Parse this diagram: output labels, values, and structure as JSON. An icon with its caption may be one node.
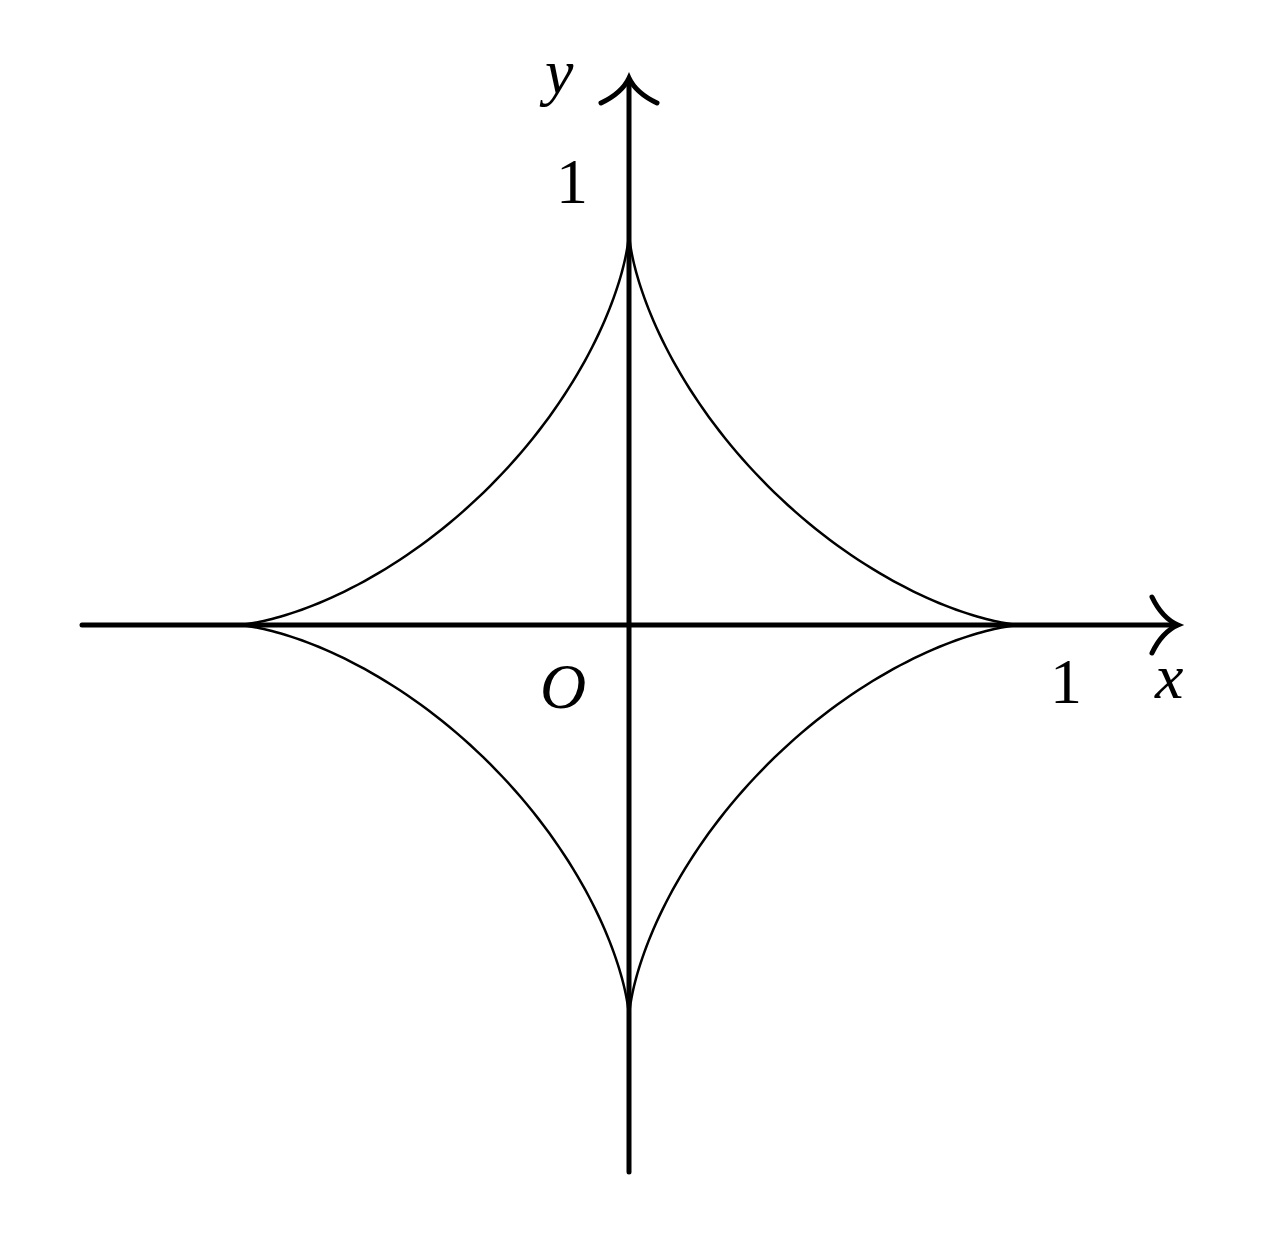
{
  "diagram": {
    "labels": [
      "y",
      "1",
      "O",
      "1",
      "x"
    ]
  }
}
